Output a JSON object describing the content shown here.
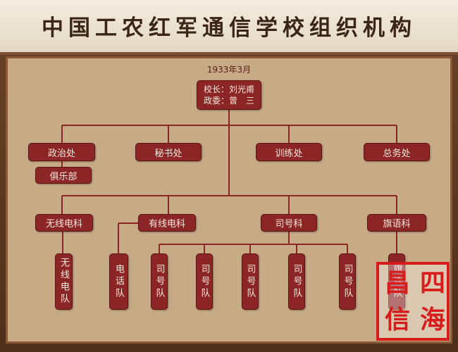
{
  "title": "中国工农红军通信学校组织机构",
  "date": "1933年3月",
  "root": {
    "line1": "校长：刘光甫",
    "line2": "政委：曾　三"
  },
  "level1": [
    "政治处",
    "秘书处",
    "训练处",
    "总务处"
  ],
  "club": "俱乐部",
  "level2": [
    "无线电科",
    "有线电科",
    "司号科",
    "旗语科"
  ],
  "level3": [
    "无线电队",
    "电话队",
    "司号队",
    "司号队",
    "司号队",
    "司号队",
    "司号队",
    "旗语队"
  ],
  "seal": [
    "四",
    "昌",
    "海",
    "信"
  ],
  "colors": {
    "box": "#8c2626",
    "line": "#8c2626",
    "panel": "#c7ab86",
    "seal": "#d81c1c"
  }
}
